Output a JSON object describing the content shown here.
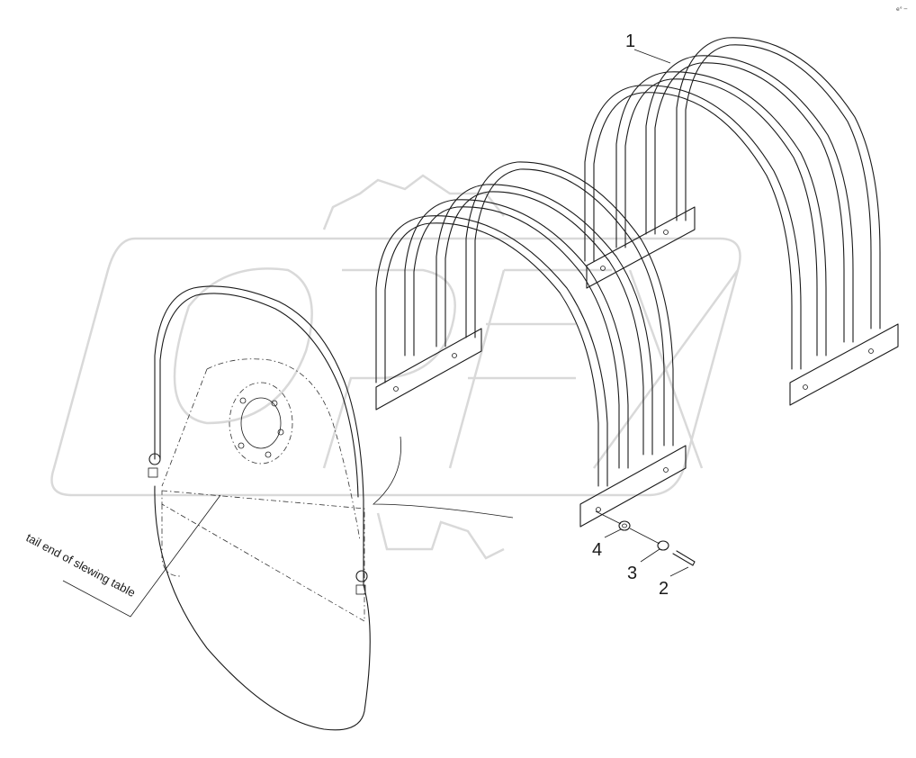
{
  "drawing": {
    "callouts": [
      {
        "id": "1",
        "label": "1"
      },
      {
        "id": "2",
        "label": "2"
      },
      {
        "id": "3",
        "label": "3"
      },
      {
        "id": "4",
        "label": "4"
      }
    ],
    "note": "tail end of slewing table",
    "watermark": "OPEX",
    "corner_mark": "e° ─"
  }
}
